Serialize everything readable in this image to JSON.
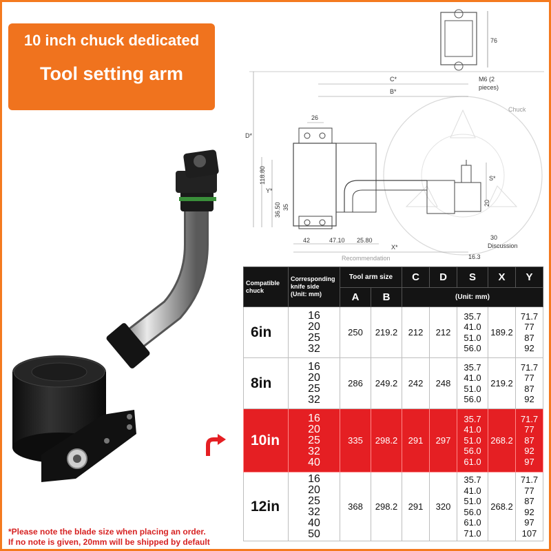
{
  "title": {
    "line1": "10 inch chuck dedicated",
    "line2": "Tool setting arm"
  },
  "drawing": {
    "labels": {
      "m6": "M6 (2",
      "pieces": "pieces)",
      "chuck": "Chuck",
      "c": "C*",
      "b": "B*",
      "d": "D*",
      "y": "Y*",
      "s": "S*",
      "x": "X*",
      "recommendation": "Recommendation",
      "discussion": "Discussion"
    },
    "dims": {
      "d76": "76",
      "d26": "26",
      "d118": "118.80",
      "d3650": "36.50",
      "d35": "35",
      "d42": "42",
      "d4710": "47.10",
      "d2580": "25.80",
      "d20": "20",
      "d30": "30",
      "d163": "16.3"
    }
  },
  "table": {
    "headers": {
      "compatible": "Compatible chuck",
      "knife": "Corresponding knife side",
      "unit1": "(Unit: mm)",
      "arm": "Tool arm size",
      "a": "A",
      "b": "B",
      "c": "C",
      "d": "D",
      "s": "S",
      "x": "X",
      "y": "Y",
      "unit2": "(Unit: mm)"
    },
    "rows": [
      {
        "chuck": "6in",
        "knife": [
          "16",
          "20",
          "25",
          "32"
        ],
        "a": "250",
        "b": "219.2",
        "c": "212",
        "d": "212",
        "s": [
          "35.7",
          "41.0",
          "51.0",
          "56.0"
        ],
        "x": "189.2",
        "y": [
          "71.7",
          "77",
          "87",
          "92"
        ]
      },
      {
        "chuck": "8in",
        "knife": [
          "16",
          "20",
          "25",
          "32"
        ],
        "a": "286",
        "b": "249.2",
        "c": "242",
        "d": "248",
        "s": [
          "35.7",
          "41.0",
          "51.0",
          "56.0"
        ],
        "x": "219.2",
        "y": [
          "71.7",
          "77",
          "87",
          "92"
        ]
      },
      {
        "chuck": "10in",
        "knife": [
          "16",
          "20",
          "25",
          "32",
          "40"
        ],
        "a": "335",
        "b": "298.2",
        "c": "291",
        "d": "297",
        "s": [
          "35.7",
          "41.0",
          "51.0",
          "56.0",
          "61.0"
        ],
        "x": "268.2",
        "y": [
          "71.7",
          "77",
          "87",
          "92",
          "97"
        ]
      },
      {
        "chuck": "12in",
        "knife": [
          "16",
          "20",
          "25",
          "32",
          "40",
          "50"
        ],
        "a": "368",
        "b": "298.2",
        "c": "291",
        "d": "320",
        "s": [
          "35.7",
          "41.0",
          "51.0",
          "56.0",
          "61.0",
          "71.0"
        ],
        "x": "268.2",
        "y": [
          "71.7",
          "77",
          "87",
          "92",
          "97",
          "107"
        ]
      }
    ]
  },
  "note": {
    "line1": "*Please note the blade size when placing an order.",
    "line2": "If no note is given, 20mm will be shipped by default"
  },
  "colors": {
    "accent": "#f0731e",
    "highlight": "#e51f23",
    "header": "#141414"
  },
  "icons": {
    "arrow": "curved-arrow-right-icon"
  }
}
